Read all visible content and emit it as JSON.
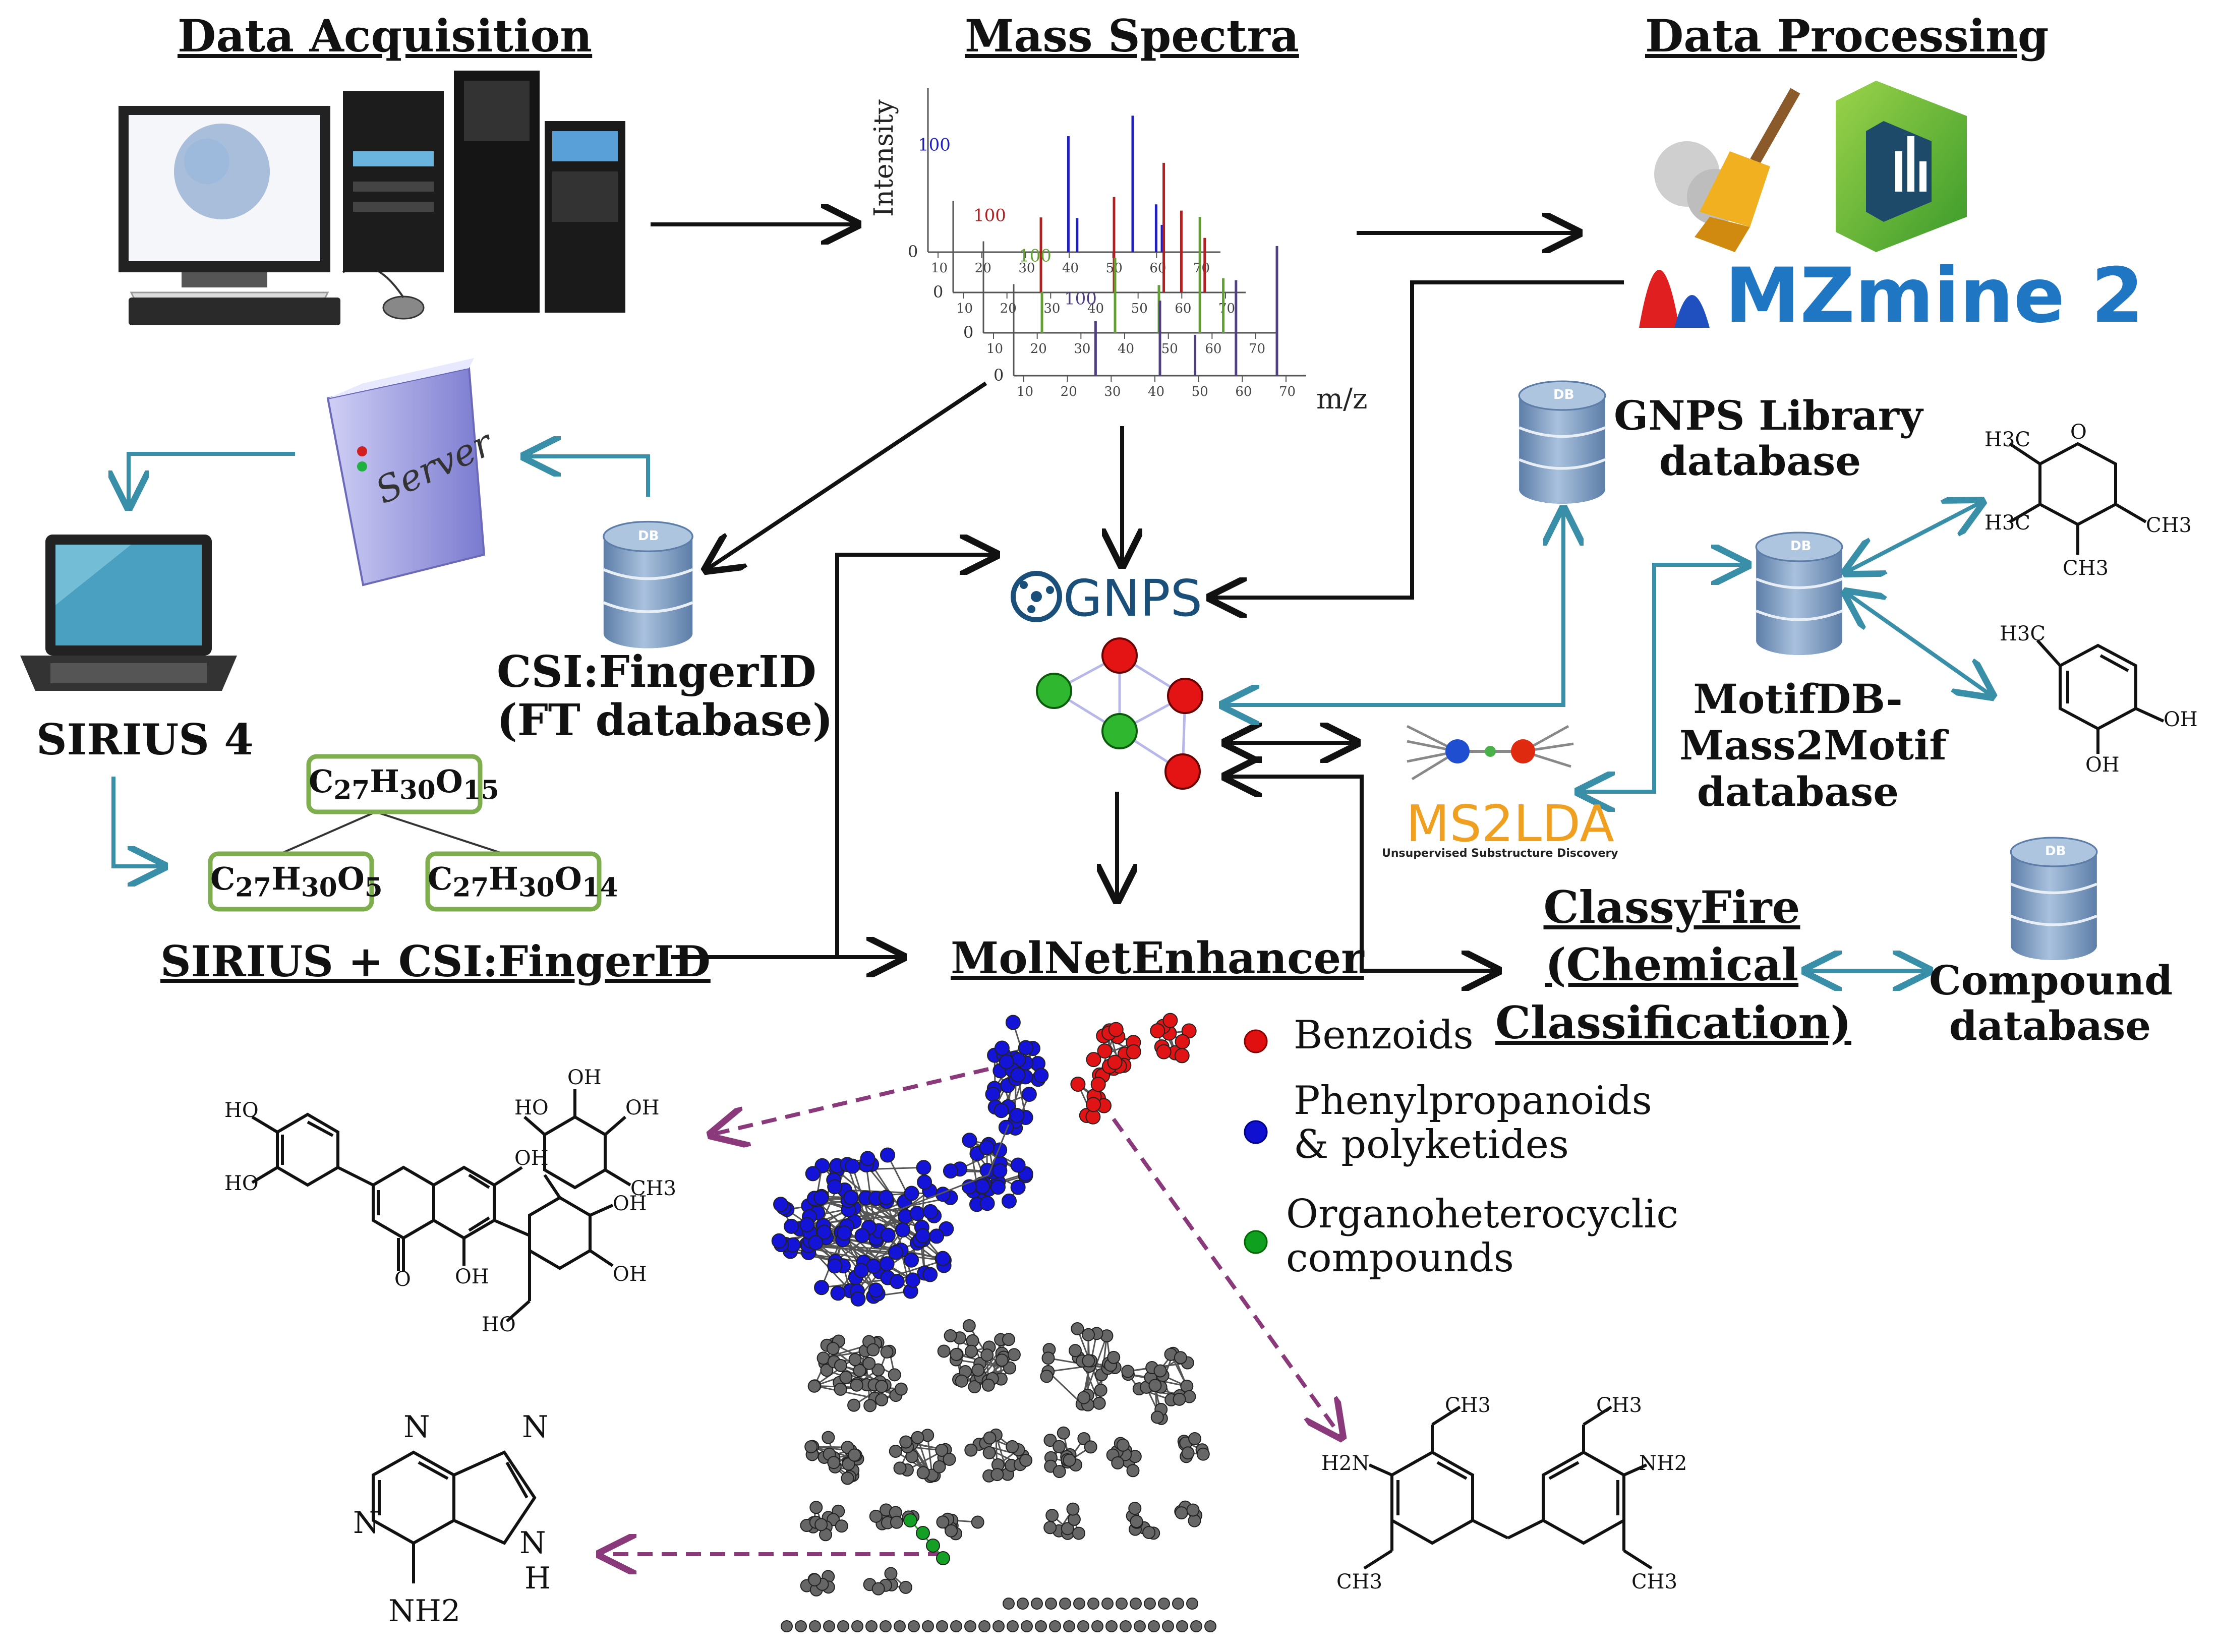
{
  "headers": {
    "data_acquisition": "Data Acquisition",
    "mass_spectra": "Mass Spectra",
    "data_processing": "Data Processing"
  },
  "labels": {
    "sirius4": "SIRIUS 4",
    "csi_line1": "CSI:FingerID",
    "csi_line2": "(FT database)",
    "sirius_csi": "SIRIUS + CSI:FingerID",
    "gnps_lib_line1": "GNPS Library",
    "gnps_lib_line2": "database",
    "motifdb_line1": "MotifDB-",
    "motifdb_line2": "Mass2Motif",
    "motifdb_line3": "database",
    "classyfire_line1": "ClassyFire",
    "classyfire_line2": "(Chemical",
    "classyfire_line3": "Classification)",
    "compound_line1": "Compound",
    "compound_line2": "database",
    "molnetenhancer": "MolNetEnhancer",
    "server": "Server",
    "db_tag": "DB"
  },
  "brands": {
    "gnps": "GNPS",
    "mzmine": "MZmine 2",
    "ms2lda": "MS2LDA",
    "ms2lda_sub": "Unsupervised Substructure Discovery"
  },
  "formulas": {
    "top": {
      "base": "C",
      "c": "27",
      "h": "30",
      "o": "15"
    },
    "left": {
      "base": "C",
      "c": "27",
      "h": "30",
      "o": "5"
    },
    "right": {
      "base": "C",
      "c": "27",
      "h": "30",
      "o": "14"
    }
  },
  "spectra": {
    "ylabel": "Intensity",
    "xlabel": "m/z",
    "max_label": "100",
    "zero_label": "0",
    "ticks": [
      "10",
      "20",
      "30",
      "40",
      "50",
      "60",
      "70"
    ]
  },
  "legend": [
    {
      "text_line1": "Benzoids",
      "text_line2": "",
      "color": "#e01010"
    },
    {
      "text_line1": "Phenylpropanoids",
      "text_line2": "& polyketides",
      "color": "#1010d0"
    },
    {
      "text_line1": "Organoheterocyclic",
      "text_line2": "compounds",
      "color": "#10a020"
    }
  ],
  "chem": {
    "oh": "OH",
    "o": "O",
    "ho": "HO",
    "ch3": "CH3",
    "h3c": "H3C",
    "nh2": "NH2",
    "h2n": "H2N",
    "n": "N",
    "h": "H"
  },
  "colors": {
    "black_arrow": "#111111",
    "teal_arrow": "#3a8fa8",
    "purple_arrow": "#8a3a7a",
    "formula_border": "#7fae4e",
    "db_fill": "#6f8fb8"
  }
}
